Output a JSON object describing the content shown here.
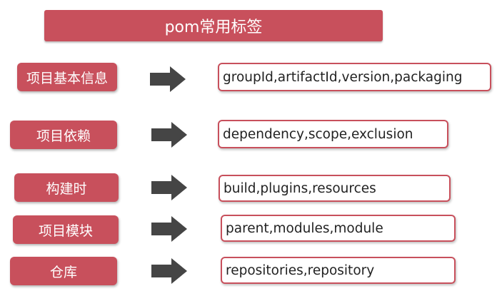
{
  "title": "pom常用标签",
  "colors": {
    "accent": "#c8505c",
    "arrow": "#454545",
    "text_dark": "#222222"
  },
  "rows": [
    {
      "label": "项目基本信息",
      "value": "groupId,artifactId,version,packaging"
    },
    {
      "label": "项目依赖",
      "value": "dependency,scope,exclusion"
    },
    {
      "label": "构建时",
      "value": "build,plugins,resources"
    },
    {
      "label": "项目模块",
      "value": "parent,modules,module"
    },
    {
      "label": "仓库",
      "value": "repositories,repository"
    }
  ]
}
